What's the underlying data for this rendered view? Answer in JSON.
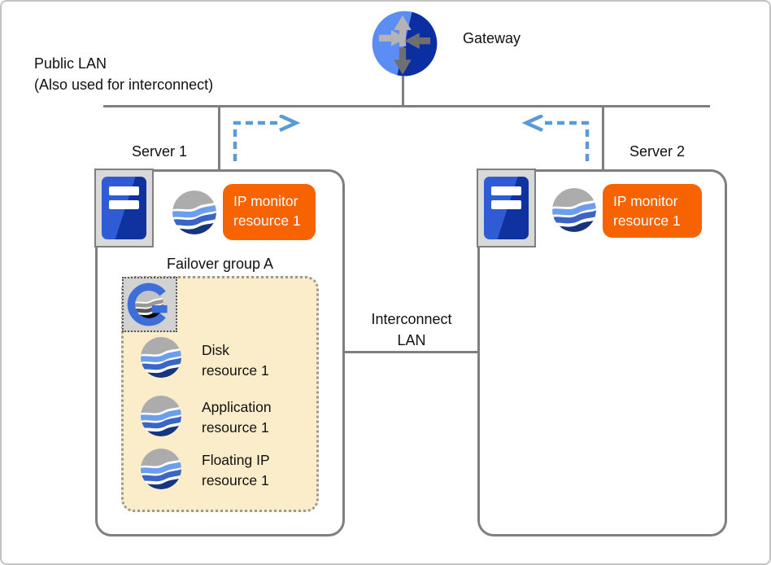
{
  "gateway": {
    "label": "Gateway"
  },
  "public_lan": {
    "line1": "Public LAN",
    "line2": "(Also used for interconnect)"
  },
  "interconnect_lan": {
    "line1": "Interconnect",
    "line2": "LAN"
  },
  "servers": [
    {
      "name": "Server 1",
      "monitor": {
        "line1": "IP monitor",
        "line2": "resource 1"
      }
    },
    {
      "name": "Server 2",
      "monitor": {
        "line1": "IP monitor",
        "line2": "resource 1"
      }
    }
  ],
  "failover_group": {
    "title": "Failover group A",
    "resources": [
      {
        "line1": "Disk",
        "line2": "resource 1"
      },
      {
        "line1": "Application",
        "line2": "resource 1"
      },
      {
        "line1": "Floating IP",
        "line2": "resource 1"
      }
    ]
  },
  "icons": {
    "gateway": "router-icon",
    "server": "server-tower-icon",
    "resource": "resource-sphere-icon",
    "group": "failover-group-g-icon",
    "monitor_path": "dashed-arrow-icon"
  },
  "colors": {
    "badge_orange": "#f76300",
    "arrow_blue": "#5b9bd5",
    "line_gray": "#7f7f7f",
    "group_fill": "#fbedc9",
    "gateway_blue_light": "#5b8df2",
    "gateway_blue_dark": "#0b2fa3",
    "server_blue_light": "#2f5cd5",
    "server_blue_dark": "#1031a0"
  }
}
